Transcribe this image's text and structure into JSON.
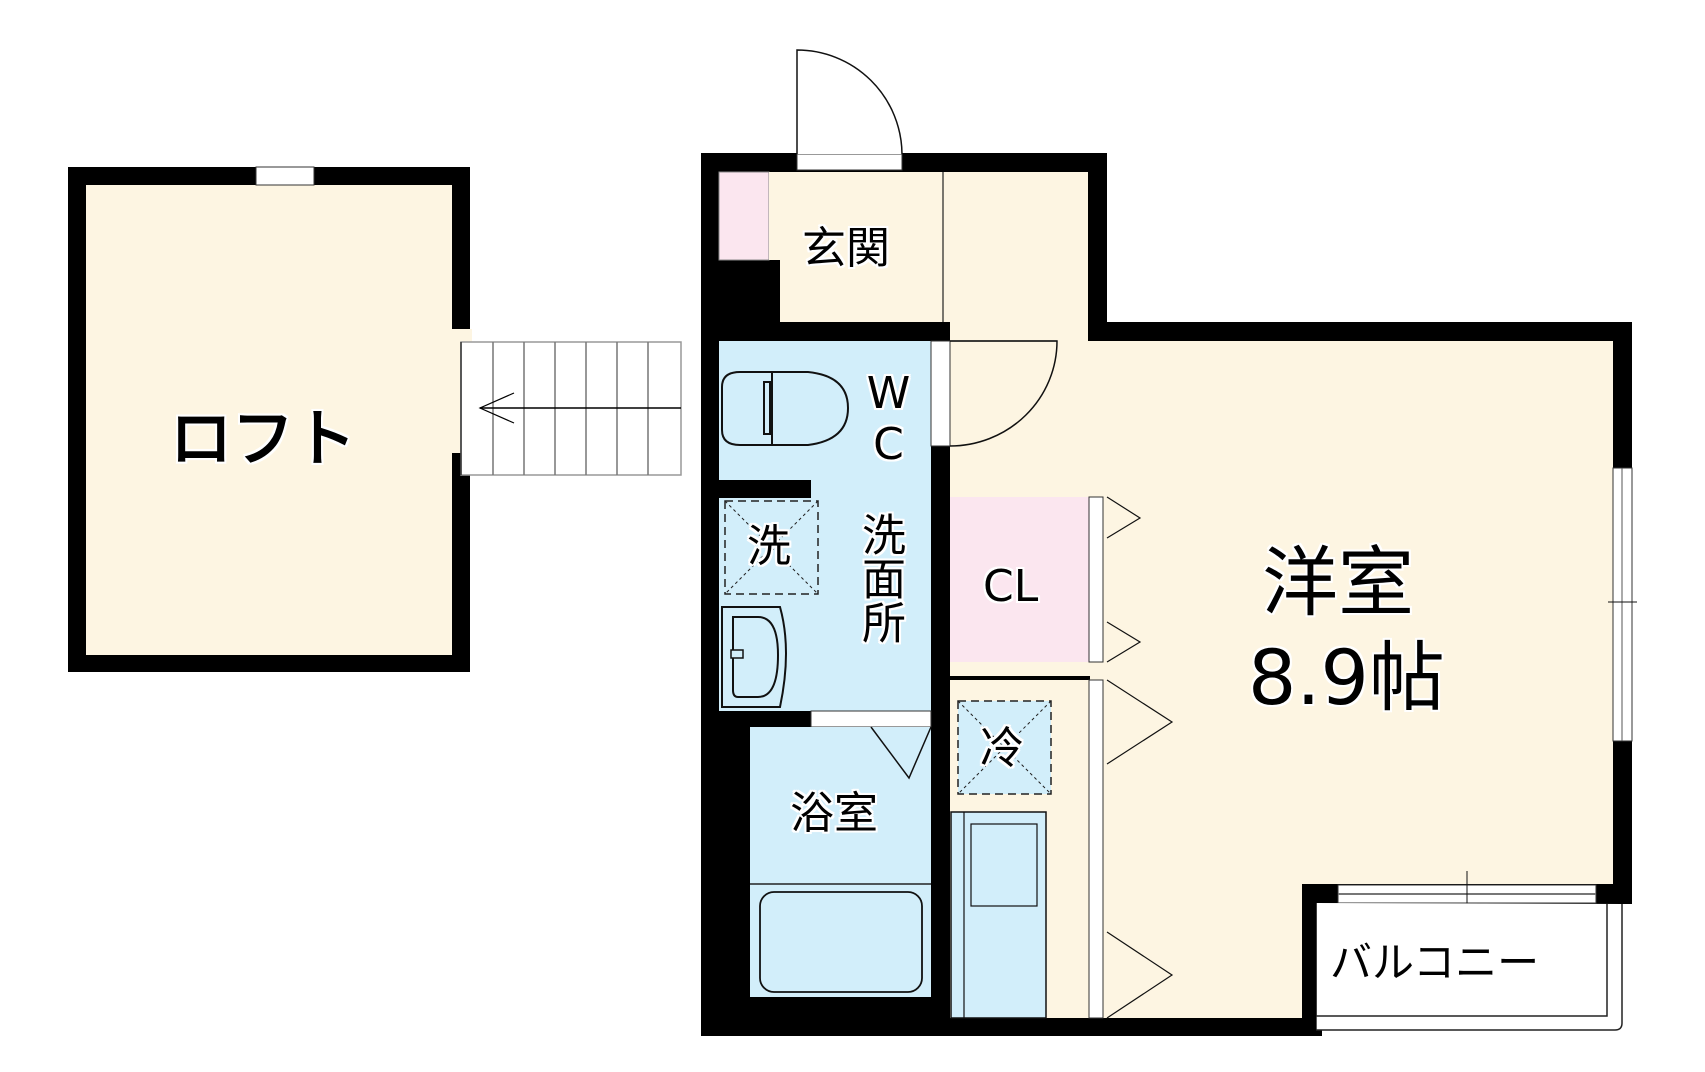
{
  "floorplan": {
    "colors": {
      "wall": "#000000",
      "floor": "#FDF5E2",
      "wet_area": "#D2EEFA",
      "storage": "#FBE6EF",
      "outside": "#FFFFFF"
    },
    "rooms": {
      "loft": {
        "label": "ロフト"
      },
      "entrance": {
        "label": "玄関"
      },
      "wc": {
        "label": "WC"
      },
      "washroom": {
        "label": "洗面所"
      },
      "washer": {
        "label": "洗"
      },
      "bathroom": {
        "label": "浴室"
      },
      "closet": {
        "label": "CL"
      },
      "fridge": {
        "label": "冷"
      },
      "western_room": {
        "label": "洋室",
        "size": "8.9帖"
      },
      "balcony": {
        "label": "バルコニー"
      }
    }
  }
}
